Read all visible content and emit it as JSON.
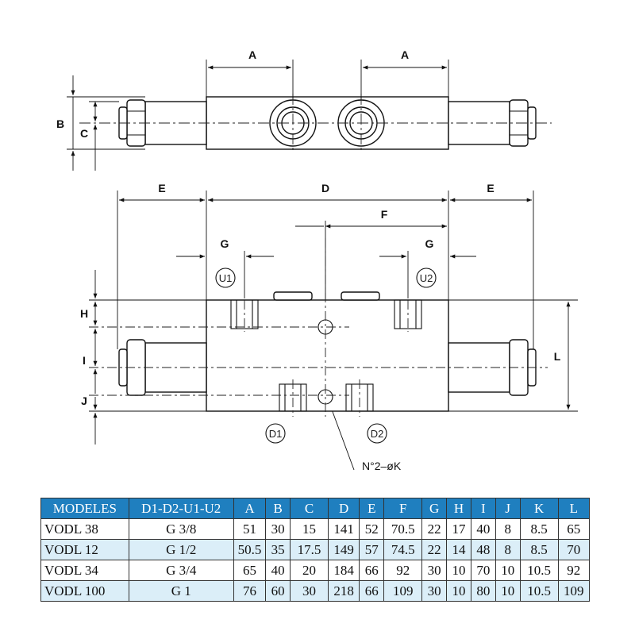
{
  "drawing": {
    "dimension_labels": {
      "A1": "A",
      "A2": "A",
      "B": "B",
      "C": "C",
      "D": "D",
      "E1": "E",
      "E2": "E",
      "F": "F",
      "G1": "G",
      "G2": "G",
      "H": "H",
      "I": "I",
      "J": "J",
      "L": "L"
    },
    "port_labels": {
      "U1": "U1",
      "U2": "U2",
      "D1": "D1",
      "D2": "D2"
    },
    "hole_note": "N°2–øK"
  },
  "table": {
    "headers": [
      "MODELES",
      "D1-D2-U1-U2",
      "A",
      "B",
      "C",
      "D",
      "E",
      "F",
      "G",
      "H",
      "I",
      "J",
      "K",
      "L"
    ],
    "rows": [
      [
        "VODL 38",
        "G 3/8",
        "51",
        "30",
        "15",
        "141",
        "52",
        "70.5",
        "22",
        "17",
        "40",
        "8",
        "8.5",
        "65"
      ],
      [
        "VODL 12",
        "G 1/2",
        "50.5",
        "35",
        "17.5",
        "149",
        "57",
        "74.5",
        "22",
        "14",
        "48",
        "8",
        "8.5",
        "70"
      ],
      [
        "VODL 34",
        "G 3/4",
        "65",
        "40",
        "20",
        "184",
        "66",
        "92",
        "30",
        "10",
        "70",
        "10",
        "10.5",
        "92"
      ],
      [
        "VODL 100",
        "G 1",
        "76",
        "60",
        "30",
        "218",
        "66",
        "109",
        "30",
        "10",
        "80",
        "10",
        "10.5",
        "109"
      ]
    ],
    "colors": {
      "header_bg": "#1f7fbf",
      "alt_row_bg": "#dbeef8"
    }
  }
}
